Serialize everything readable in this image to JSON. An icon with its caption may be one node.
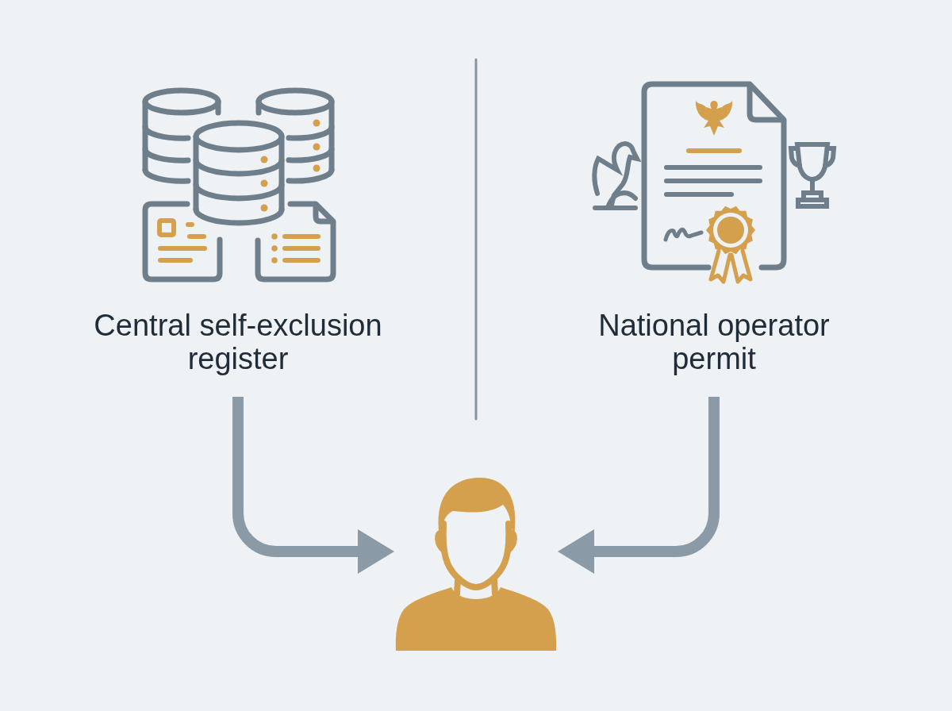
{
  "diagram": {
    "nodes": [
      {
        "text": [
          "Central self-exclusion register"
        ]
      },
      {
        "text": [
          "National operator permit"
        ]
      },
      {
        "text": [],
        "shape": "person"
      }
    ],
    "edges": [
      {
        "from": 0,
        "to": 2,
        "arrow": "to"
      },
      {
        "from": 1,
        "to": 2,
        "arrow": "to"
      }
    ]
  }
}
